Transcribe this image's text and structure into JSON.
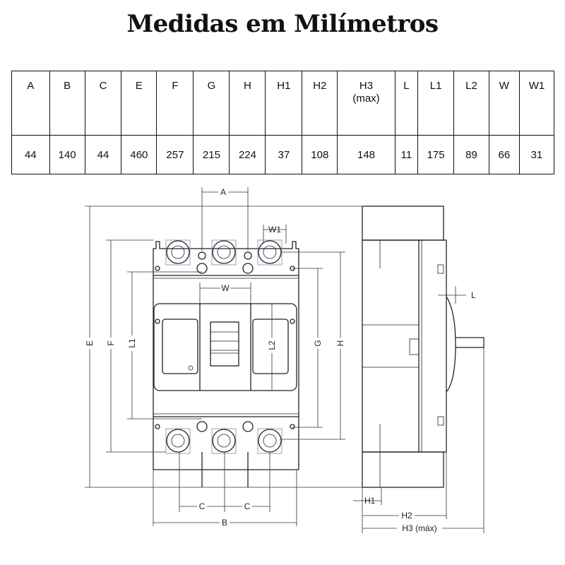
{
  "title": "Medidas em Milímetros",
  "table": {
    "headers": [
      "A",
      "B",
      "C",
      "E",
      "F",
      "G",
      "H",
      "H1",
      "H2",
      "H3\n(max)",
      "L",
      "L1",
      "L2",
      "W",
      "W1"
    ],
    "values": [
      "44",
      "140",
      "44",
      "460",
      "257",
      "215",
      "224",
      "37",
      "108",
      "148",
      "11",
      "175",
      "89",
      "66",
      "31"
    ]
  },
  "diagram": {
    "labels": {
      "A": "A",
      "W1": "W1",
      "W": "W",
      "E": "E",
      "F": "F",
      "L1": "L1",
      "L2": "L2",
      "G": "G",
      "H": "H",
      "C1": "C",
      "C2": "C",
      "B": "B",
      "L": "L",
      "H1": "H1",
      "H2": "H2",
      "H3": "H3 (máx)"
    }
  }
}
